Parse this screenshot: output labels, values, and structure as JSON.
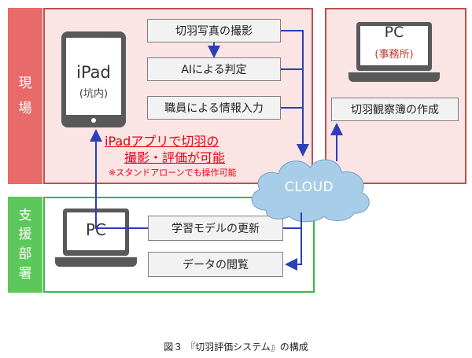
{
  "side": {
    "genba": [
      "現",
      "場"
    ],
    "shien": [
      "支",
      "援",
      "部",
      "署"
    ]
  },
  "ipad": {
    "title": "iPad",
    "sub": "(坑内)"
  },
  "genba_steps": [
    "切羽写真の撮影",
    "AIによる判定",
    "職員による情報入力"
  ],
  "note": {
    "line1": "iPadアプリで切羽の",
    "line2": "撮影・評価が可能",
    "small": "※スタンドアローンでも操作可能"
  },
  "office": {
    "title": "PC",
    "sub": "(事務所)",
    "task": "切羽観察簿の作成"
  },
  "cloud": "CLOUD",
  "support": {
    "pc": "PC",
    "tasks": [
      "学習モデルの更新",
      "データの閲覧"
    ]
  },
  "caption": "図３ 『切羽評価システム』の構成",
  "colors": {
    "red_border": "#c0504d",
    "red_fill": "#fbe4e4",
    "red_bar": "#e86a6a",
    "green_border": "#3cb44b",
    "green_bar": "#5cc85c",
    "arrow_blue": "#2b3fb8",
    "cloud_blue": "#a8cde8"
  }
}
